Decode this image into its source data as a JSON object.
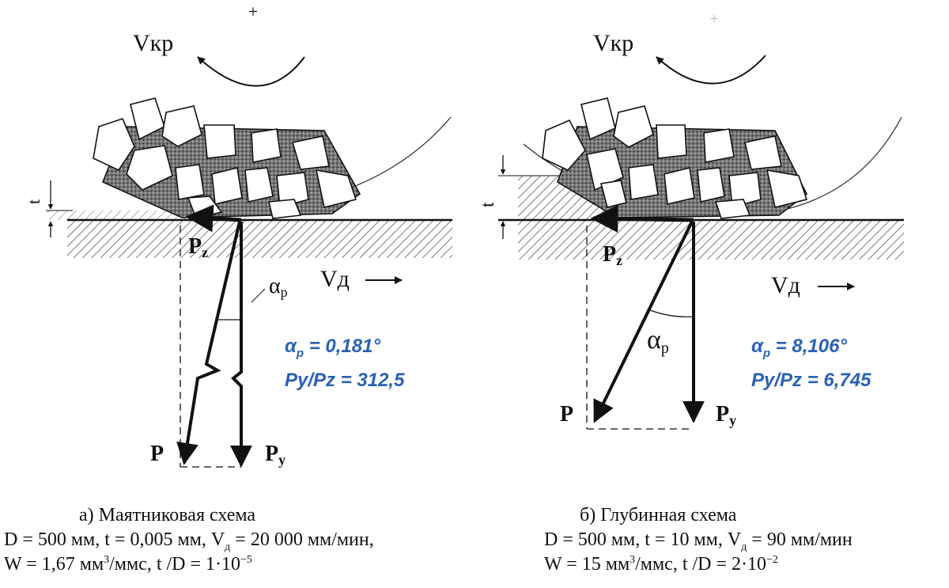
{
  "left": {
    "v_rotation": "Vкр",
    "v_feed": "Vд",
    "depth": "t",
    "force_p": "P",
    "force_py": "P",
    "force_py_sub": "y",
    "force_pz": "P",
    "force_pz_sub": "z",
    "angle": "α",
    "angle_sub": "р",
    "plus": "+",
    "result_alpha_sym": "α",
    "result_alpha_sub": "р",
    "result_alpha_val": " = 0,181°",
    "result_ratio": "Py/Pz = 312,5",
    "caption_title": "а) Маятниковая схема",
    "caption_line1_a": "D = 500 мм, t = 0,005 мм, V",
    "caption_line1_sub": "д",
    "caption_line1_b": " = 20 000 мм/мин,",
    "caption_line2_a": "W = 1,67 мм",
    "caption_line2_sup": "3",
    "caption_line2_b": "/ммс, t /D = 1·10",
    "caption_line2_exp": "−5"
  },
  "right": {
    "v_rotation": "Vкр",
    "v_feed": "Vд",
    "depth": "t",
    "force_p": "P",
    "force_py": "P",
    "force_py_sub": "y",
    "force_pz": "P",
    "force_pz_sub": "z",
    "angle": "α",
    "angle_sub": "р",
    "plus": "+",
    "result_alpha_sym": "α",
    "result_alpha_sub": "р",
    "result_alpha_val": " = 8,106°",
    "result_ratio": "Py/Pz = 6,745",
    "caption_title": "б) Глубинная схема",
    "caption_line1_a": "D = 500 мм, t = 10 мм, V",
    "caption_line1_sub": "д",
    "caption_line1_b": " = 90 мм/мин",
    "caption_line2_a": "W = 15 мм",
    "caption_line2_sup": "3",
    "caption_line2_b": "/ммс,  t /D = 2·10",
    "caption_line2_exp": "−2"
  },
  "colors": {
    "highlight": "#2a62b4",
    "ink": "#111111",
    "grit_bond": "#555555"
  }
}
